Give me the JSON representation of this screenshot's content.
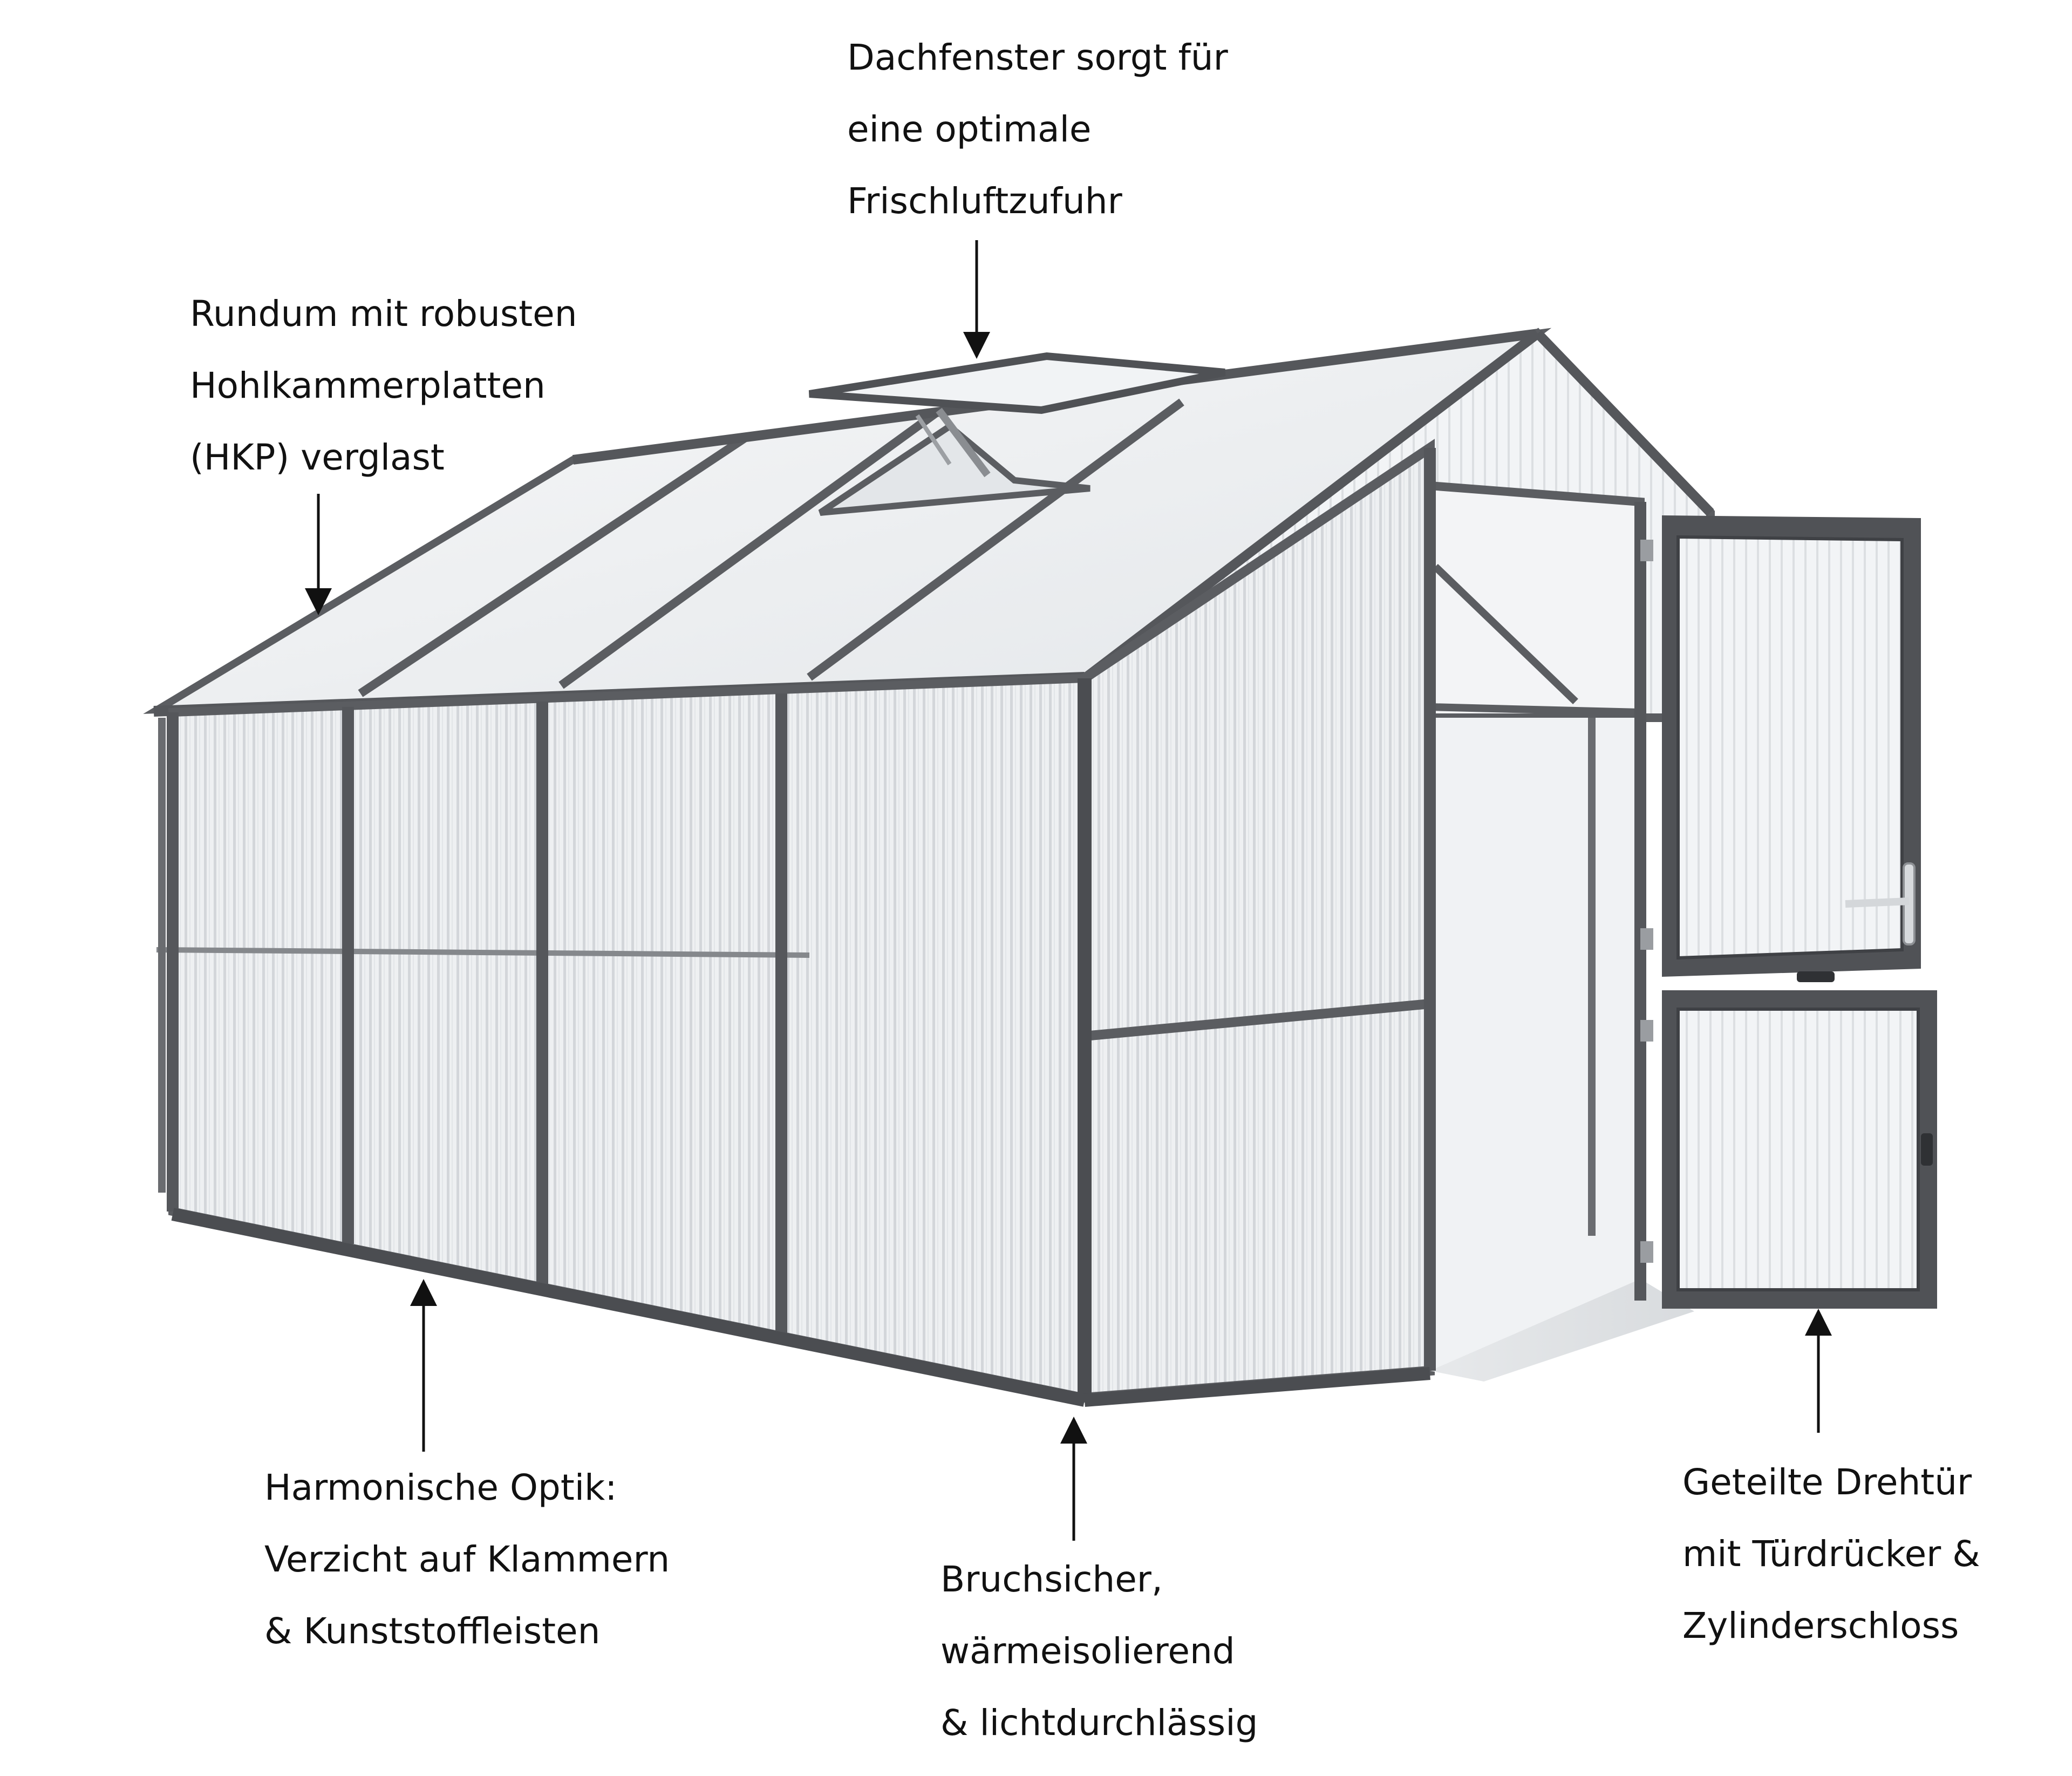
{
  "callouts": {
    "roof_vent": {
      "lines": [
        "Dachfenster sorgt für",
        "eine optimale",
        "Frischluftzufuhr"
      ]
    },
    "panels": {
      "lines": [
        "Rundum mit robusten",
        "Hohlkammerplatten",
        "(HKP) verglast"
      ]
    },
    "optics": {
      "lines": [
        "Harmonische Optik:",
        "Verzicht auf Klammern",
        "& Kunststoffleisten"
      ]
    },
    "material": {
      "lines": [
        "Bruchsicher,",
        "wärmeisolierend",
        "& lichtdurchlässig"
      ]
    },
    "door": {
      "lines": [
        "Geteilte Drehtür",
        "mit Türdrücker &",
        "Zylinderschloss"
      ]
    }
  },
  "colors": {
    "frame": "#5b5d61",
    "frame_dark": "#46484c",
    "panel_fill": "#eef0f2",
    "panel_shadow": "#d9dcdf",
    "rib": "#c7cbcf",
    "text": "#111111",
    "arrow": "#111111"
  }
}
